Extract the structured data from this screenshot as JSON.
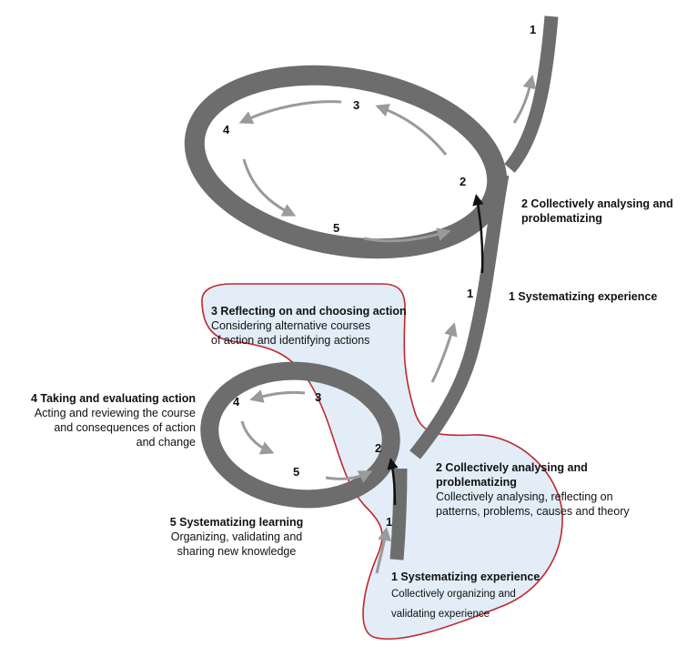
{
  "top_cycle": {
    "numbers": {
      "n1_top": "1",
      "n2": "2",
      "n3": "3",
      "n4": "4",
      "n5": "5",
      "n1_mid": "1"
    },
    "step2": {
      "title_line1": "2 Collectively analysing and",
      "title_line2": "problematizing"
    },
    "step1": {
      "title": "1 Systematizing experience"
    }
  },
  "bottom_cycle": {
    "numbers": {
      "n1": "1",
      "n2": "2",
      "n3": "3",
      "n4": "4",
      "n5": "5"
    },
    "step3": {
      "title": "3 Reflecting on and choosing action",
      "desc_line1": "Considering alternative courses",
      "desc_line2": "of action and identifying actions"
    },
    "step4": {
      "title": "4 Taking and evaluating action",
      "desc_line1": "Acting and reviewing the course",
      "desc_line2": "and consequences of action",
      "desc_line3": "and change"
    },
    "step5": {
      "title": "5 Systematizing learning",
      "desc_line1": "Organizing, validating and",
      "desc_line2": "sharing new knowledge"
    },
    "step2": {
      "title_line1": "2 Collectively analysing and",
      "title_line2": "problematizing",
      "desc_line1": "Collectively analysing, reflecting on",
      "desc_line2": "patterns, problems, causes and theory"
    },
    "step1": {
      "title": "1 Systematizing experience",
      "desc_line1": "Collectively organizing and",
      "desc_line2": "validating experience"
    }
  },
  "colors": {
    "ribbon": "#6d6d6d",
    "highlight_fill": "#e2edf8",
    "highlight_stroke": "#c0282d",
    "arrow_light": "#9a9a9a",
    "arrow_dark": "#111111"
  }
}
